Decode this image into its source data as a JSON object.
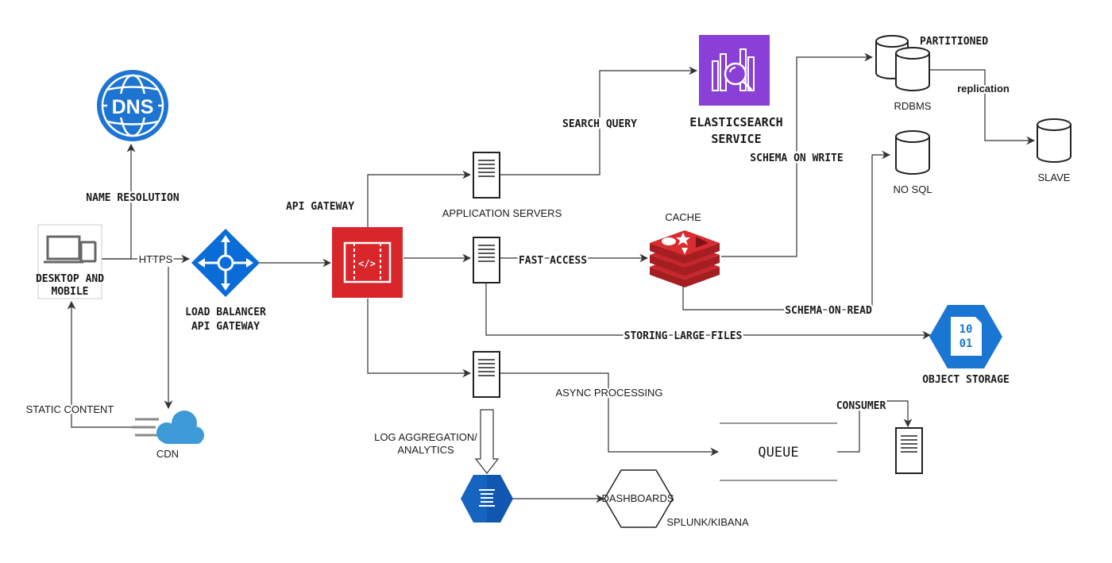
{
  "labels": {
    "desktop_line1": "DESKTOP AND",
    "desktop_line2": "MOBILE",
    "name_resolution": "NAME RESOLUTION",
    "https": "HTTPS",
    "load_balancer_line1": "LOAD BALANCER",
    "load_balancer_line2": "API GATEWAY",
    "api_gateway": "API GATEWAY",
    "static_content": "STATIC CONTENT",
    "cdn": "CDN",
    "application_servers": "APPLICATION SERVERS",
    "search_query": "SEARCH QUERY",
    "elasticsearch_line1": "ELASTICSEARCH",
    "elasticsearch_line2": "SERVICE",
    "schema_on_write": "SCHEMA ON WRITE",
    "partitioned": "PARTITIONED",
    "rdbms": "RDBMS",
    "replication": "replication",
    "slave": "SLAVE",
    "no_sql": "NO SQL",
    "cache": "CACHE",
    "fast_access": "FAST ACCESS",
    "schema_on_read": "SCHEMA ON READ",
    "storing_large_files": "STORING LARGE FILES",
    "object_storage": "OBJECT STORAGE",
    "async_processing": "ASYNC PROCESSING",
    "consumer": "CONSUMER",
    "queue": "QUEUE",
    "log_aggregation_line1": "LOG AGGREGATION/",
    "log_aggregation_line2": "ANALYTICS",
    "dashboards": "DASHBOARDS",
    "splunk_kibana": "SPLUNK/KIBANA"
  },
  "icon_text": {
    "dns": "DNS",
    "object_storage_bits_line1": "10",
    "object_storage_bits_line2": "01",
    "api_gateway_code": "</>"
  },
  "icons": {
    "dns": "dns-globe-icon",
    "desktop": "desktop-mobile-icon",
    "load_balancer": "load-balancer-icon",
    "api_gateway": "api-gateway-icon",
    "cdn": "cdn-cloud-icon",
    "server": "server-icon",
    "elasticsearch": "elasticsearch-icon",
    "database": "database-cylinder-icon",
    "cache": "redis-cache-icon",
    "object_storage": "object-storage-icon",
    "log_aggregation": "log-aggregation-icon",
    "dashboards": "dashboards-hexagon-icon"
  },
  "colors": {
    "dns_blue": "#1E74D1",
    "load_balancer_blue": "#0A6CD6",
    "api_gateway_red": "#D9262A",
    "elasticsearch_purple": "#8A3FD6",
    "redis_red": "#C7262C",
    "object_storage_blue": "#1976D2",
    "log_blue": "#1565C0",
    "cdn_blue": "#3D9AD6"
  }
}
